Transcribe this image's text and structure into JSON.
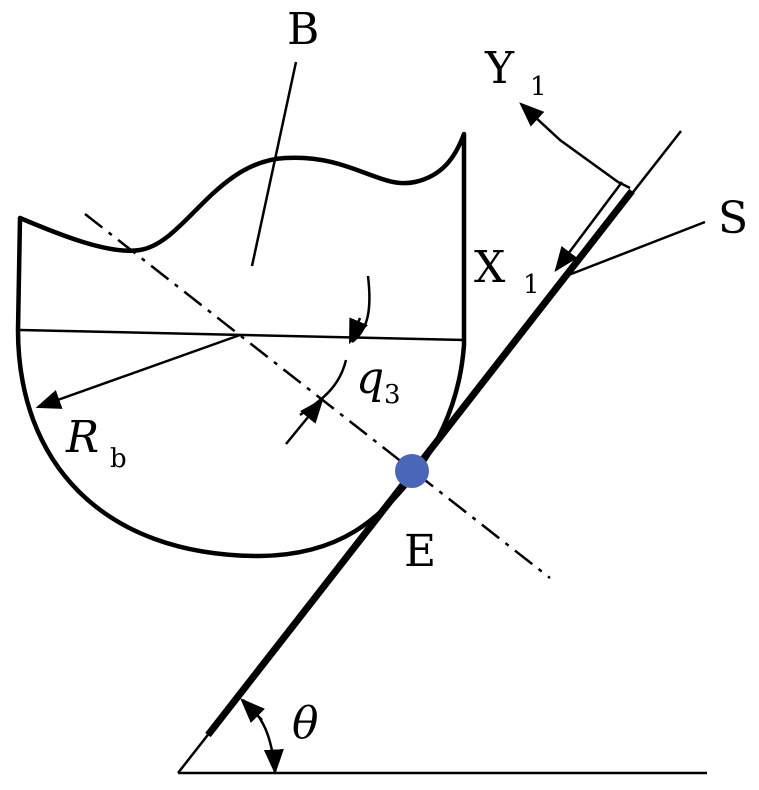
{
  "labels": {
    "body": "B",
    "y_axis_letter": "Y",
    "y_axis_sub": "1",
    "x_axis_letter": "X",
    "x_axis_sub": "1",
    "surface": "S",
    "angle_q_letter": "q",
    "angle_q_sub": "3",
    "radius_letter": "R",
    "radius_sub": "b",
    "contact_point": "E",
    "incline_angle": "θ"
  },
  "colors": {
    "contact_point": "#4a66b8",
    "ink": "#000000"
  }
}
